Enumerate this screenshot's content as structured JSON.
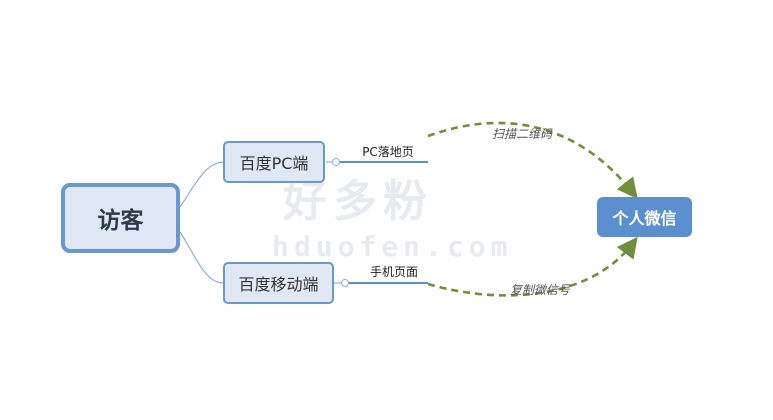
{
  "diagram": {
    "root": "访客",
    "branches": [
      {
        "label": "百度PC端",
        "leaf": "PC落地页"
      },
      {
        "label": "百度移动端",
        "leaf": "手机页面"
      }
    ],
    "target": "个人微信",
    "edges": [
      {
        "label": "扫描二维码"
      },
      {
        "label": "复制微信号"
      }
    ]
  },
  "watermark": {
    "text": "好多粉",
    "url": "hduofen.com"
  },
  "colors": {
    "node_fill": "#dfe8f4",
    "node_border": "#6b97cf",
    "target_fill": "#5b8fd0",
    "connector": "#8fb0d8",
    "arrow": "#6f8f3a"
  }
}
